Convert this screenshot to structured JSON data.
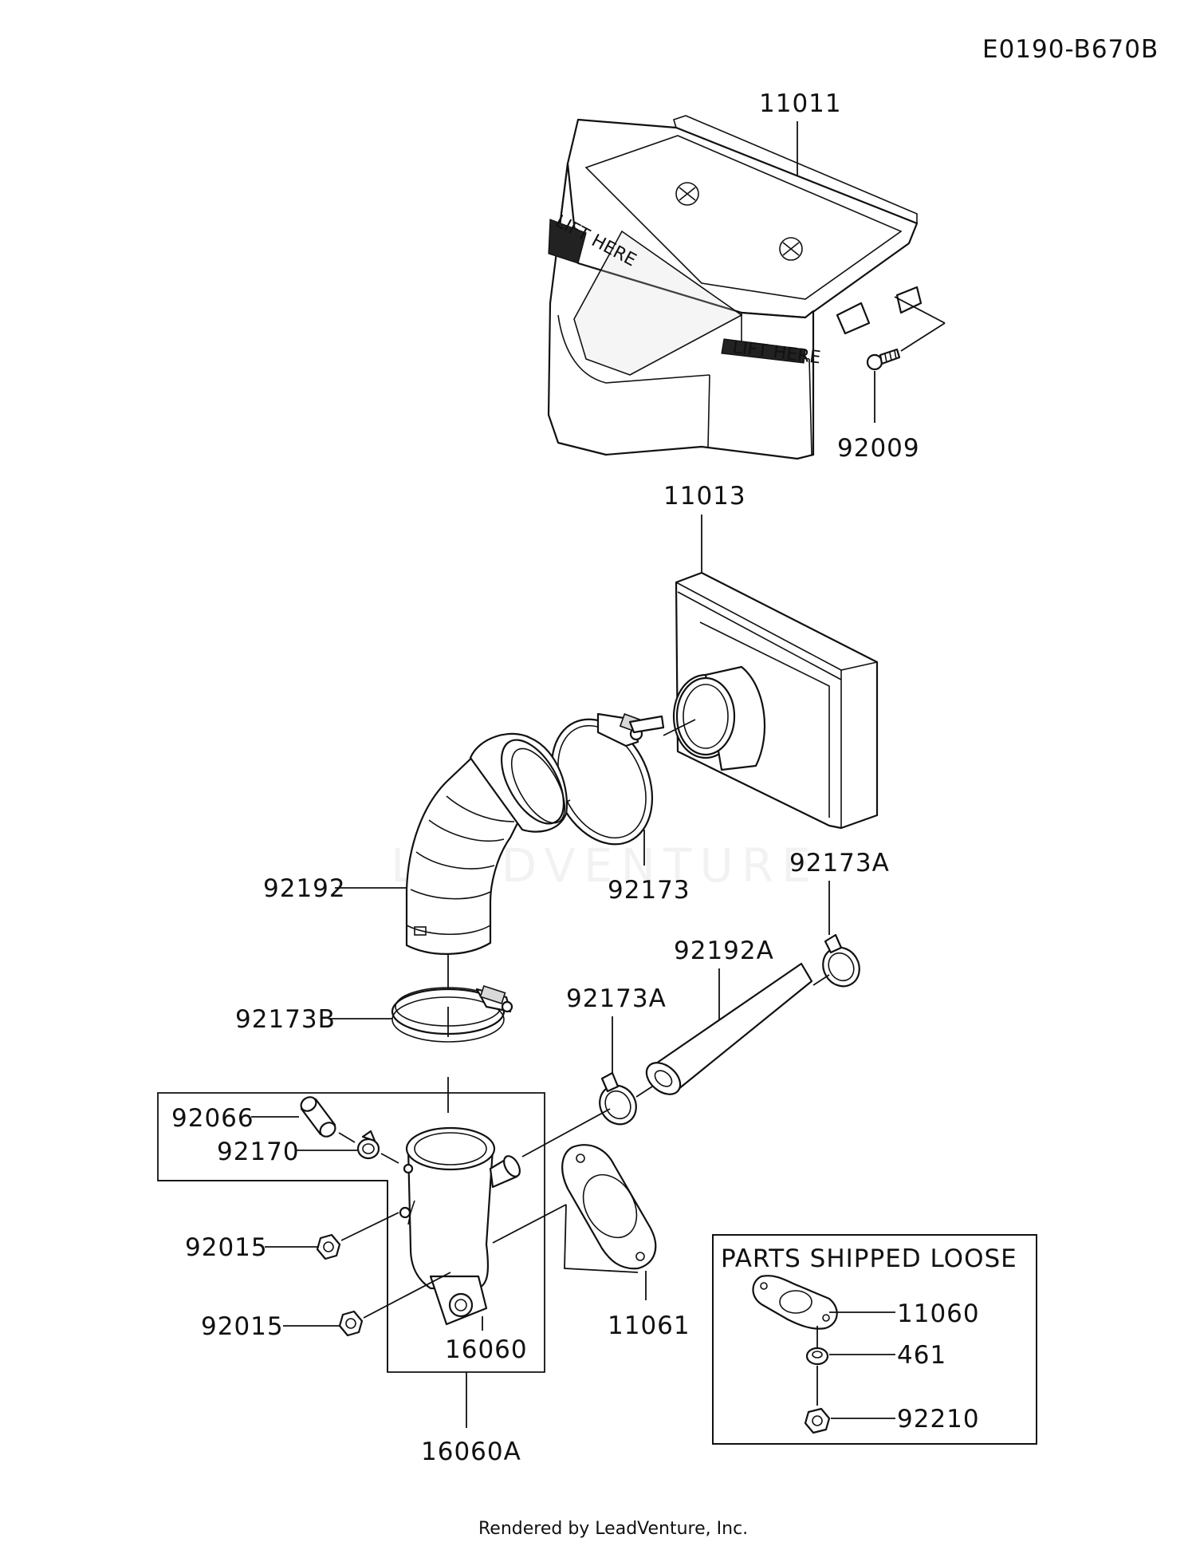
{
  "diagram": {
    "code": "E0190-B670B",
    "footer": "Rendered by LeadVenture, Inc.",
    "watermark": "LEADVENTURE",
    "loose_box_title": "PARTS SHIPPED LOOSE",
    "decals": [
      "LIFT HERE",
      "LIFT HERE"
    ]
  },
  "callouts": {
    "c11011": "11011",
    "c92009": "92009",
    "c11013": "11013",
    "c92173": "92173",
    "c92173A_top": "92173A",
    "c92192": "92192",
    "c92192A": "92192A",
    "c92173A_mid": "92173A",
    "c92173B": "92173B",
    "c92066": "92066",
    "c92170": "92170",
    "c92015_a": "92015",
    "c92015_b": "92015",
    "c16060": "16060",
    "c11061": "11061",
    "c16060A": "16060A",
    "c11060": "11060",
    "c461": "461",
    "c92210": "92210"
  }
}
